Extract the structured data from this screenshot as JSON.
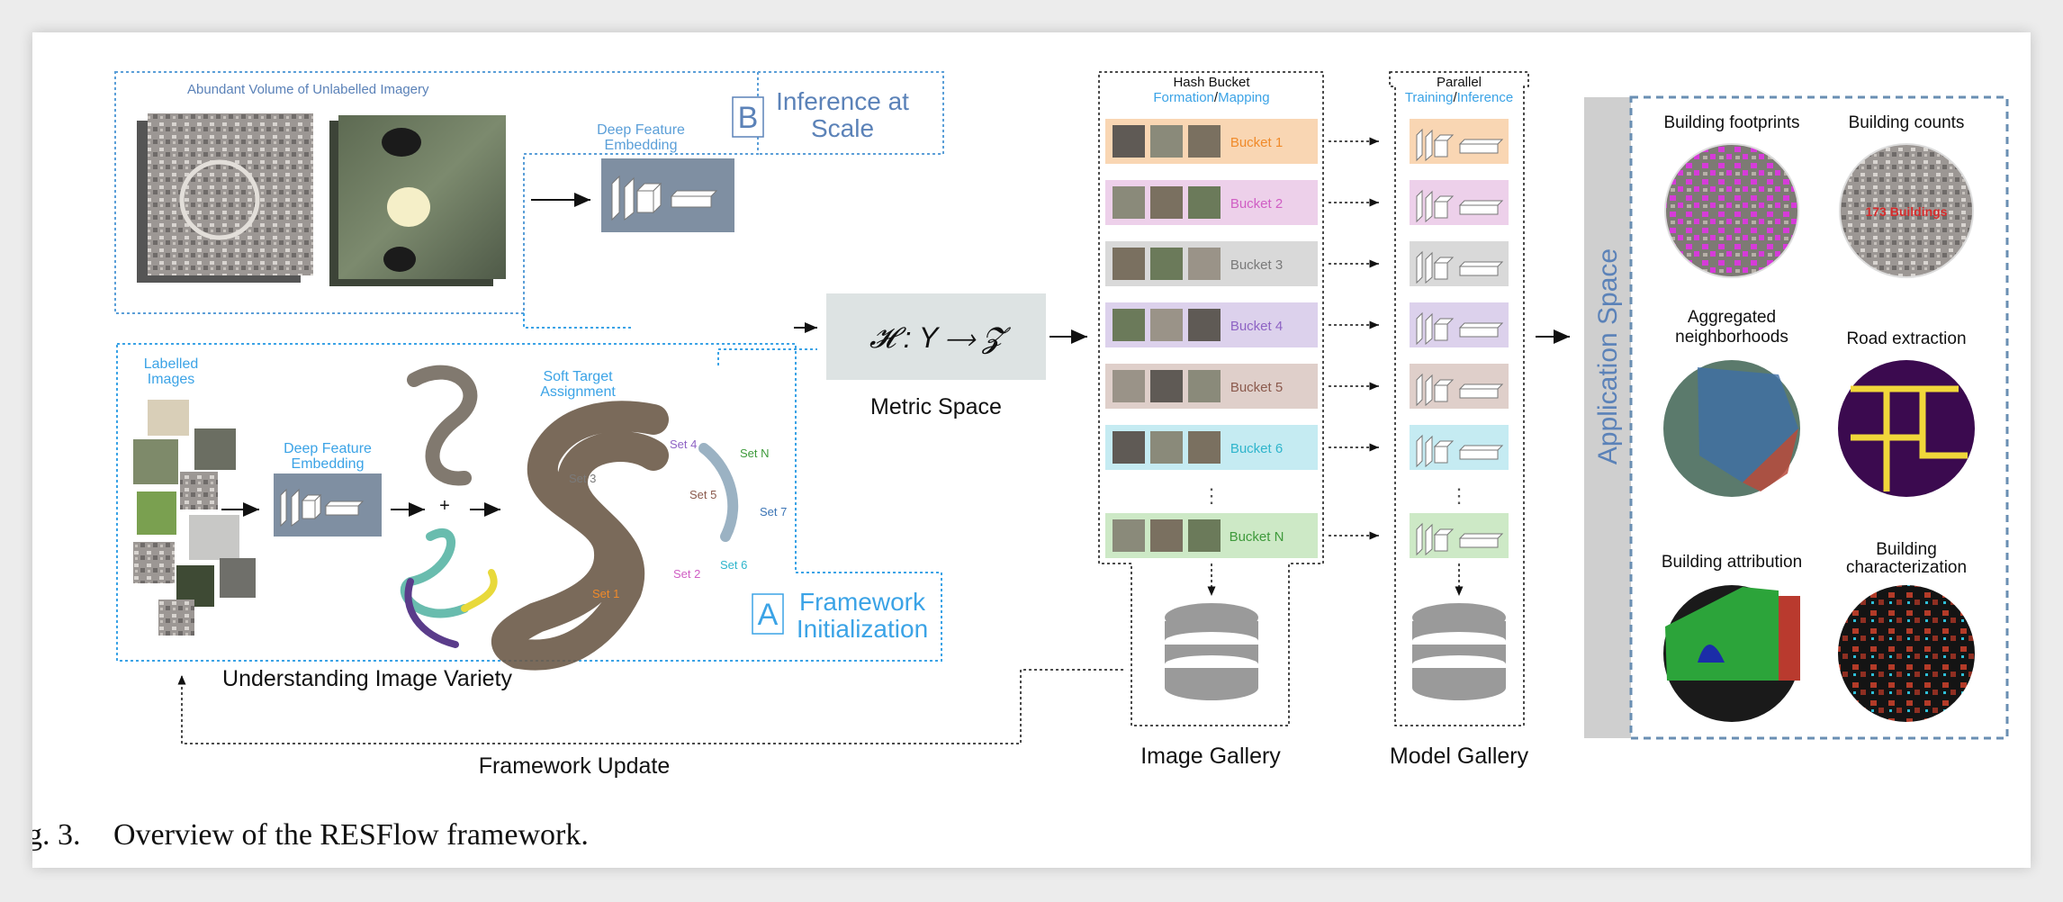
{
  "caption": {
    "fig_label": "g. 3.",
    "text": "Overview of the RESFlow framework."
  },
  "panel_b": {
    "letter": "B",
    "title_line1": "Inference at",
    "title_line2": "Scale",
    "imagery_label": "Abundant Volume of Unlabelled Imagery",
    "embedding_line1": "Deep Feature",
    "embedding_line2": "Embedding"
  },
  "panel_a": {
    "letter": "A",
    "title_line1": "Framework",
    "title_line2": "Initialization",
    "labelled_line1": "Labelled",
    "labelled_line2": "Images",
    "embedding_line1": "Deep Feature",
    "embedding_line2": "Embedding",
    "plus": "+",
    "soft_line1": "Soft Target",
    "soft_line2": "Assignment",
    "sets": [
      "Set 1",
      "Set 2",
      "Set 3",
      "Set 4",
      "Set 5",
      "Set 6",
      "Set  7",
      "Set N"
    ],
    "understanding": "Understanding Image Variety"
  },
  "metric": {
    "formula": "𝓗 : Y ⟶ 𝓩",
    "label": "Metric Space"
  },
  "hash": {
    "title_line1": "Hash Bucket",
    "formation": "Formation",
    "slash": "/",
    "mapping": "Mapping",
    "gallery_label": "Image Gallery"
  },
  "buckets": [
    {
      "label": "Bucket 1",
      "bg": "#f9d6b3",
      "text": "#f08a2a",
      "model": "#f9d6b3"
    },
    {
      "label": "Bucket 2",
      "bg": "#edd0ea",
      "text": "#d05ec4",
      "model": "#edd0ea"
    },
    {
      "label": "Bucket 3",
      "bg": "#d9d9d9",
      "text": "#7a7a7a",
      "model": "#d9d9d9"
    },
    {
      "label": "Bucket 4",
      "bg": "#dcd1ec",
      "text": "#8e63c4",
      "model": "#dcd1ec"
    },
    {
      "label": "Bucket 5",
      "bg": "#dfcfca",
      "text": "#8b5a4d",
      "model": "#dfcfca"
    },
    {
      "label": "Bucket 6",
      "bg": "#c5ebf2",
      "text": "#2fb5cc",
      "model": "#c5ebf2"
    },
    {
      "label": "Bucket N",
      "bg": "#cde9c6",
      "text": "#3e9a3b",
      "model": "#cde9c6"
    }
  ],
  "ellipsis": "⋮",
  "model": {
    "title_line1": "Parallel",
    "training": "Training",
    "slash": "/",
    "inference": "Inference",
    "gallery_label": "Model Gallery"
  },
  "application": {
    "vertical_label": "Application Space",
    "items": {
      "footprints": "Building footprints",
      "counts": "Building counts",
      "counts_overlay": "173 Buildings",
      "neighborhoods_line1": "Aggregated",
      "neighborhoods_line2": "neighborhoods",
      "road": "Road extraction",
      "attribution": "Building attribution",
      "characterization_line1": "Building",
      "characterization_line2": "characterization"
    }
  },
  "framework_update": "Framework Update",
  "colors": {
    "panel_a_blue": "#3ba3e6",
    "panel_b_blue": "#5b82b8",
    "app_dashed": "#6a8fb3",
    "metric_box": "#dde3e3",
    "embed_box": "#7f8fa2",
    "app_bar": "#cfcfcf",
    "db_gray": "#9a9a9a"
  }
}
